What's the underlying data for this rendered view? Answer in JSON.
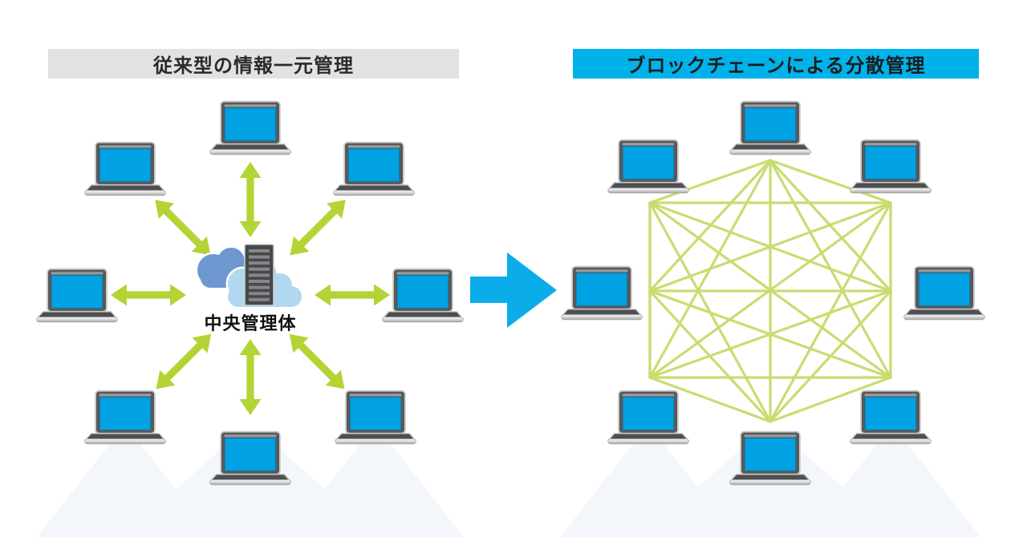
{
  "left_panel": {
    "title": "従来型の情報一元管理",
    "title_bg": "#e2e2e2",
    "title_color": "#2b2b2b",
    "center_label": "中央管理体",
    "node_count": 8,
    "topology": "star",
    "link_style": "double-headed-arrow",
    "link_color": "#b2d434"
  },
  "right_panel": {
    "title": "ブロックチェーンによる分散管理",
    "title_bg": "#00b2ea",
    "title_color": "#1c1c1c",
    "node_count": 8,
    "topology": "full-mesh",
    "link_style": "line",
    "link_color": "#c7dd70"
  },
  "transition_arrow": {
    "direction": "right",
    "color": "#0aadea"
  },
  "node_style": {
    "screen_color": "#00a2e4",
    "body_color": "#58595b",
    "base_color": "#4e4f51",
    "trim_color": "#c9c9c9"
  },
  "cloud_server": {
    "cloud_back_color": "#6f97d0",
    "cloud_front_color": "#b2d7f0",
    "server_color": "#47484a",
    "server_slat_color": "#85878a",
    "outline_color": "#ffffff"
  },
  "background": {
    "color": "#ffffff",
    "watermark_color": "#f3f6fa"
  }
}
